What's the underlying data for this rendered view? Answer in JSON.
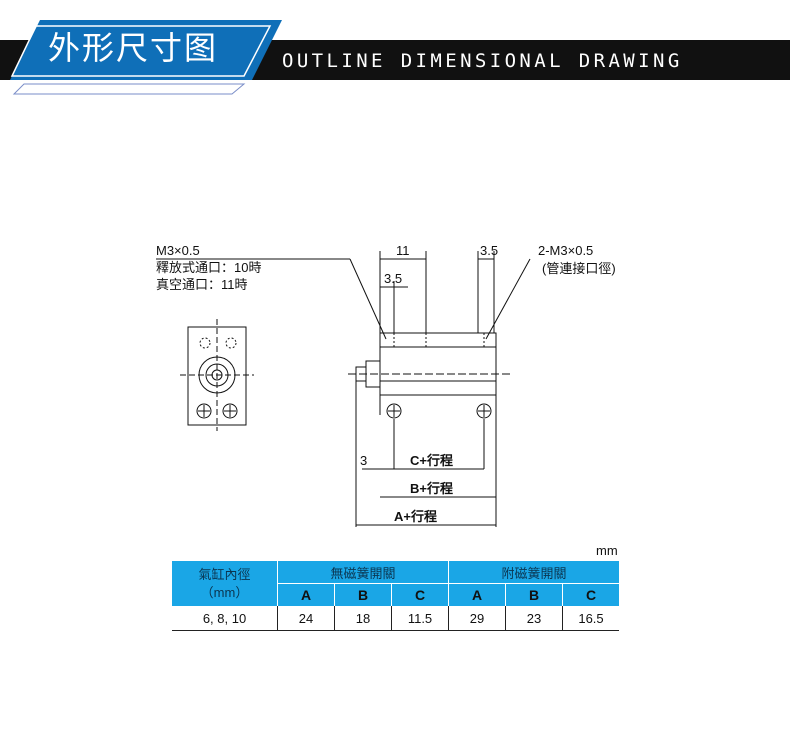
{
  "header": {
    "title_cn": "外形尺寸图",
    "title_en": "OUTLINE DIMENSIONAL DRAWING"
  },
  "drawing": {
    "callout_left": [
      "M3×0.5",
      "釋放式通口：10時",
      "真空通口：11時"
    ],
    "callout_right": [
      "2-M3×0.5",
      "(管連接口徑)"
    ],
    "dims": {
      "top_11": "11",
      "top_3_5_a": "3.5",
      "top_3_5_b": "3.5",
      "left_3": "3",
      "c_stroke": "C+行程",
      "b_stroke": "B+行程",
      "a_stroke": "A+行程"
    }
  },
  "table": {
    "unit": "mm",
    "bore_label": [
      "氣缸內徑",
      "（mm）"
    ],
    "groups": [
      "無磁簧開關",
      "附磁簧開關"
    ],
    "columns": [
      "A",
      "B",
      "C",
      "A",
      "B",
      "C"
    ],
    "rows": [
      {
        "bore": "6, 8, 10",
        "values": [
          "24",
          "18",
          "11.5",
          "29",
          "23",
          "16.5"
        ]
      }
    ]
  },
  "colors": {
    "table_header": "#1aa6e6",
    "banner": "#111111",
    "title_box": "#0f6fb8"
  }
}
